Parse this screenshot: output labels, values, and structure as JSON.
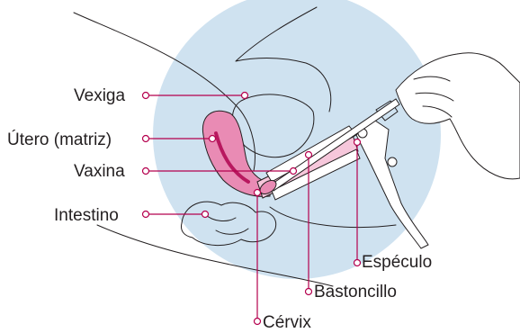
{
  "colors": {
    "background_circle": "#cfe2f0",
    "organ_pink": "#e98bb4",
    "organ_dark": "#b8185f",
    "leader_line": "#b5004e",
    "speculum_fill": "#ffffff",
    "swab_pink": "#f6c7db",
    "outline": "#231f20",
    "text": "#231f20"
  },
  "labels": {
    "vexiga": "Vexiga",
    "utero": "Útero (matriz)",
    "vaxina": "Vaxina",
    "intestino": "Intestino",
    "especulo": "Espéculo",
    "bastoncillo": "Bastoncillo",
    "cervix": "Cérvix"
  }
}
